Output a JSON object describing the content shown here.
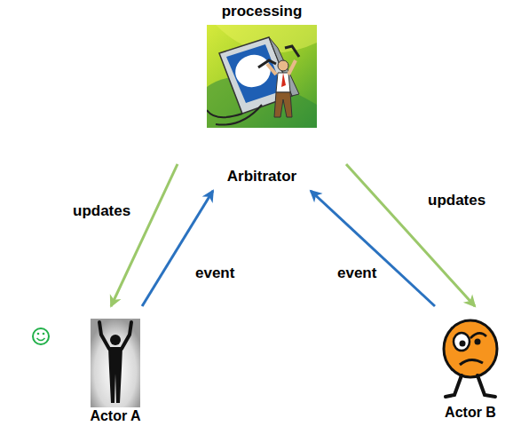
{
  "diagram": {
    "nodes": [
      {
        "text": [
          "processing",
          "Arbitrator"
        ]
      },
      {
        "text": [
          "Actor A"
        ]
      },
      {
        "text": [
          "Actor B"
        ]
      }
    ],
    "edges": [
      {
        "from": 0,
        "to": 1,
        "label": "updates",
        "arrow": "to"
      },
      {
        "from": 1,
        "to": 0,
        "label": "event",
        "arrow": "to"
      },
      {
        "from": 2,
        "to": 0,
        "label": "event",
        "arrow": "to"
      },
      {
        "from": 0,
        "to": 2,
        "label": "updates",
        "arrow": "to"
      }
    ]
  }
}
